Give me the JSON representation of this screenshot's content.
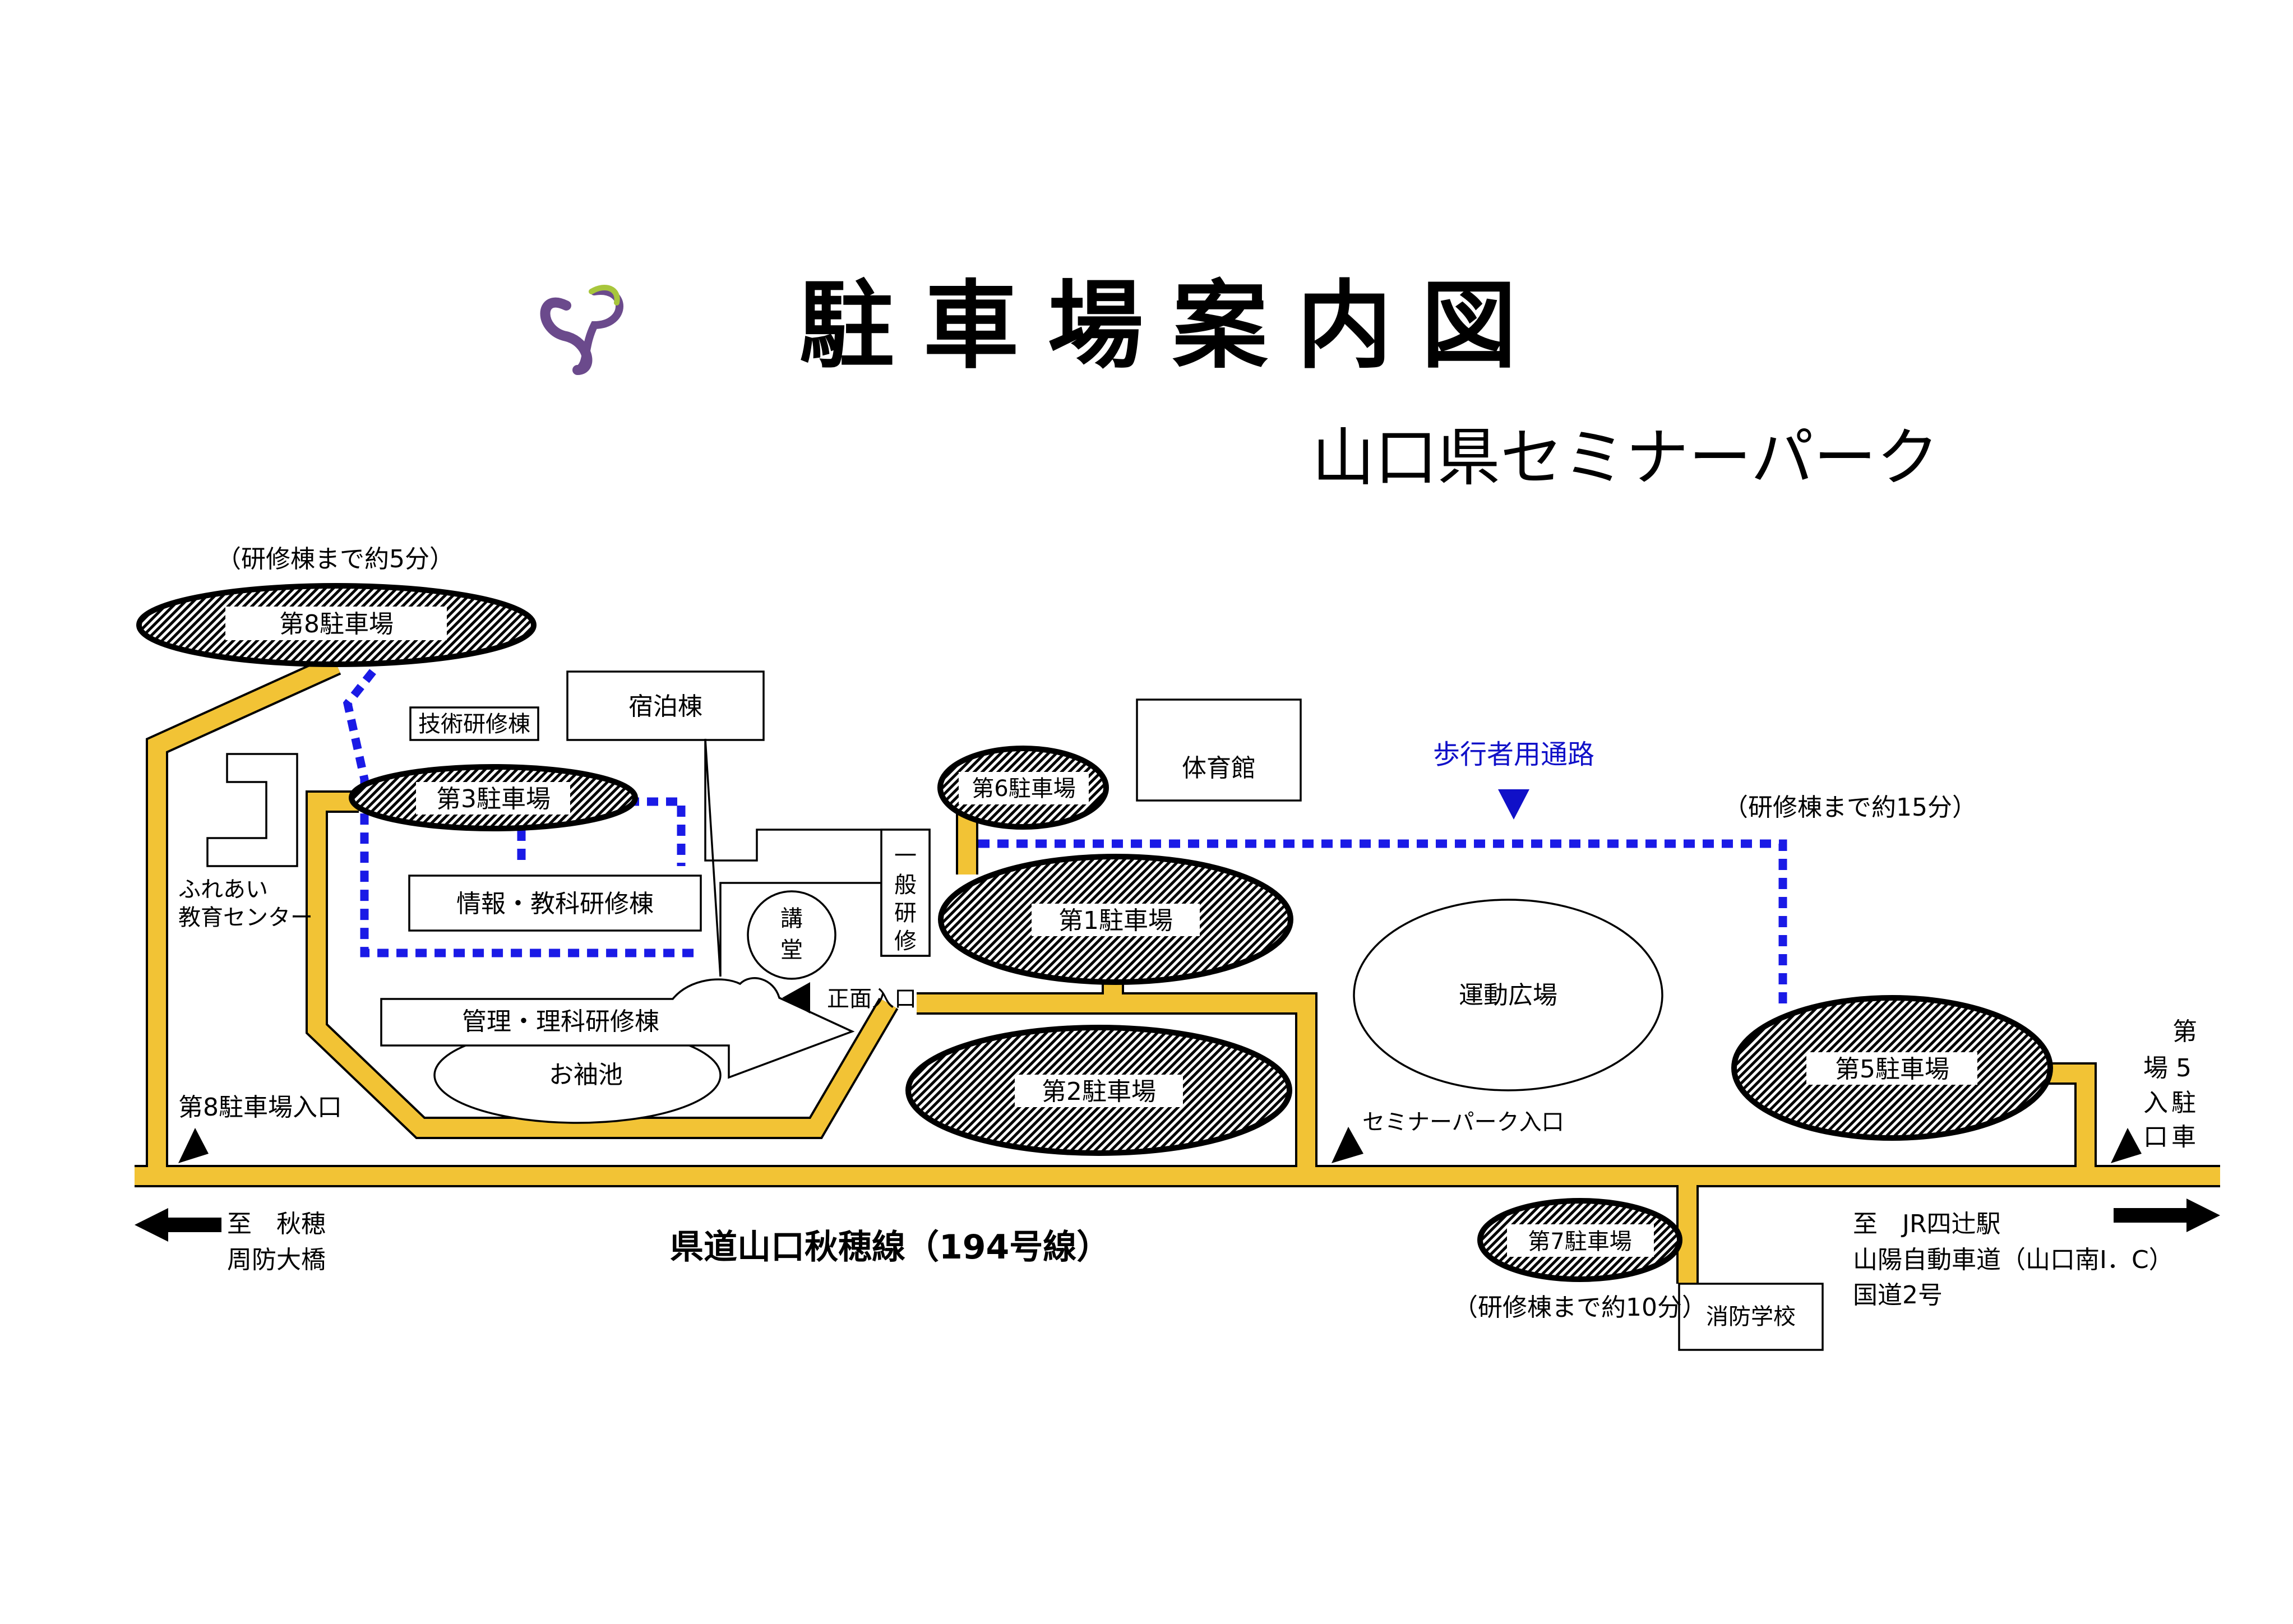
{
  "title": "駐車場案内図",
  "subtitle": "山口県セミナーパーク",
  "colors": {
    "road": "#f2c335",
    "road_edge": "#000000",
    "walkway": "#1a1ae6",
    "walkway_label": "#1010c8",
    "logo_primary": "#6b4a8c",
    "logo_secondary": "#a8c63c"
  },
  "icons": [
    "seminar-park-logo-icon",
    "arrow-left-icon",
    "arrow-right-icon",
    "entrance-triangle-icon"
  ],
  "parking": {
    "lot1": "第1駐車場",
    "lot2": "第2駐車場",
    "lot3": "第3駐車場",
    "lot5": "第5駐車場",
    "lot6": "第6駐車場",
    "lot7": "第7駐車場",
    "lot8": "第8駐車場"
  },
  "notes": {
    "lot8_time": "（研修棟まで約5分）",
    "lot5_time": "（研修棟まで約15分）",
    "lot7_time": "（研修棟まで約10分）"
  },
  "buildings": {
    "gijutsu": "技術研修棟",
    "shukuhaku": "宿泊棟",
    "taiikukan": "体育館",
    "fureai": [
      "ふれあい",
      "教育センター"
    ],
    "joho": "情報・教科研修棟",
    "kodo": [
      "講",
      "堂"
    ],
    "ippan": [
      "一",
      "般",
      "研",
      "修"
    ],
    "kanri": "管理・理科研修棟",
    "pond": "お袖池",
    "undo": "運動広場",
    "shobo": "消防学校"
  },
  "walkway": "歩行者用通路",
  "entrances": {
    "main": "正面入口",
    "seminar": "セミナーパーク入口",
    "lot8": "第8駐車場入口",
    "lot5_vertical": [
      "第",
      "場",
      "5",
      "入",
      "駐",
      "口",
      "車"
    ]
  },
  "road": {
    "name": "県道山口秋穂線（194号線）",
    "west": [
      "至　秋穂",
      "周防大橋"
    ],
    "east": [
      "至　JR四辻駅",
      "山陽自動車道（山口南I．C）",
      "国道2号"
    ]
  }
}
